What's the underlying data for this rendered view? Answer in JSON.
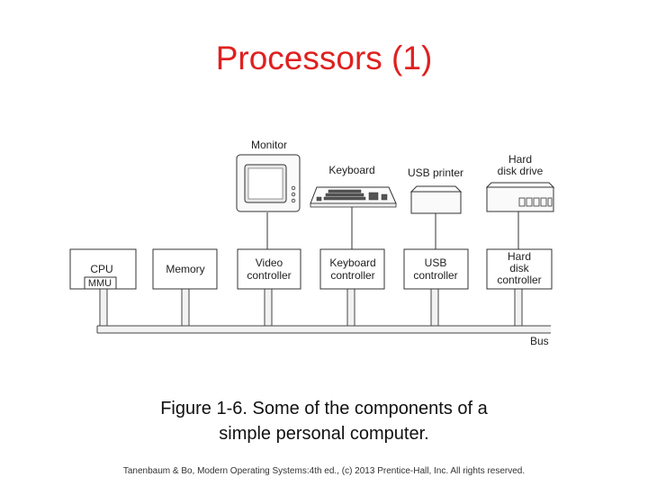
{
  "title": "Processors (1)",
  "diagram": {
    "devices": {
      "monitor": "Monitor",
      "keyboard": "Keyboard",
      "usb_printer": "USB printer",
      "hard_disk_drive": [
        "Hard",
        "disk drive"
      ]
    },
    "boxes": {
      "cpu": "CPU",
      "mmu": "MMU",
      "memory": "Memory",
      "video_controller": [
        "Video",
        "controller"
      ],
      "keyboard_controller": [
        "Keyboard",
        "controller"
      ],
      "usb_controller": [
        "USB",
        "controller"
      ],
      "hard_disk_controller": [
        "Hard",
        "disk",
        "controller"
      ]
    },
    "bus_label": "Bus"
  },
  "caption": [
    "Figure 1-6. Some of the components of a",
    "simple personal computer."
  ],
  "credit": "Tanenbaum & Bo, Modern  Operating Systems:4th ed., (c) 2013 Prentice-Hall, Inc. All rights reserved."
}
